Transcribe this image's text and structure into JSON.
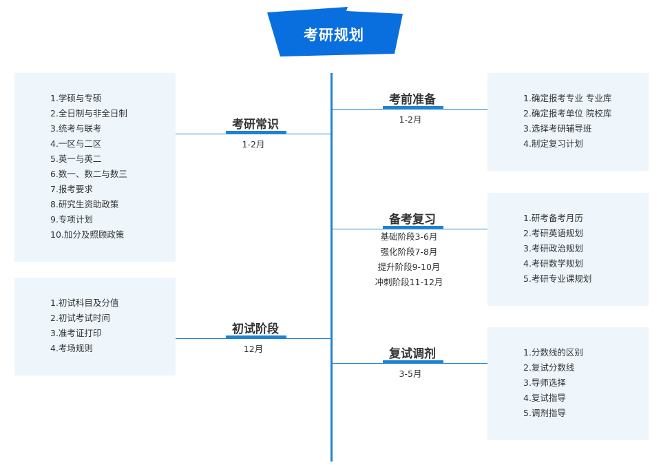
{
  "title": "考研规划",
  "colors": {
    "accent": "#1e82d2",
    "banner": "#0a6fde",
    "box_bg": "#eef6fc"
  },
  "branches": {
    "kaoyan_changshi": {
      "title": "考研常识",
      "date": "1-2月",
      "items": [
        "1.学硕与专硕",
        "2.全日制与非全日制",
        "3.统考与联考",
        "4.一区与二区",
        "5.英一与英二",
        "6.数一、数二与数三",
        "7.报考要求",
        "8.研究生资助政策",
        "9.专项计划",
        "10.加分及照顾政策"
      ]
    },
    "chushi_jieduan": {
      "title": "初试阶段",
      "date": "12月",
      "items": [
        "1.初试科目及分值",
        "2.初试考试时间",
        "3.准考证打印",
        "4.考场规则"
      ]
    },
    "kaoqian_zhunbei": {
      "title": "考前准备",
      "date": "1-2月",
      "items": [
        "1.确定报考专业  专业库",
        "2.确定报考单位  院校库",
        "3.选择考研辅导班",
        "4.制定复习计划"
      ]
    },
    "beikao_fuxi": {
      "title": "备考复习",
      "phases": [
        "基础阶段3-6月",
        "强化阶段7-8月",
        "提升阶段9-10月",
        "冲刺阶段11-12月"
      ],
      "items": [
        "1.研考备考月历",
        "2.考研英语规划",
        "3.考研政治规划",
        "4.考研数学规划",
        "5.考研专业课规划"
      ]
    },
    "fushi_tiaoji": {
      "title": "复试调剂",
      "date": "3-5月",
      "items": [
        "1.分数线的区别",
        "2.复试分数线",
        "3.导师选择",
        "4.复试指导",
        "5.调剂指导"
      ]
    }
  }
}
